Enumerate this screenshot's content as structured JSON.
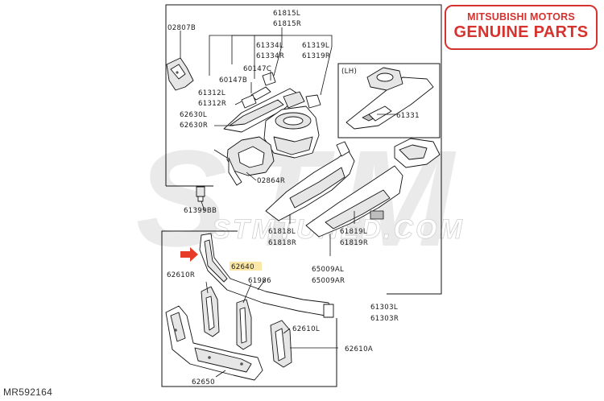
{
  "badge": {
    "brand": "MITSUBISHI MOTORS",
    "tagline": "GENUINE PARTS",
    "color": "#d6332f"
  },
  "diagram_id": "MR592164",
  "watermark": {
    "large_text": "STM",
    "small_text": "STMTUNED.COM",
    "color": "#d8d8d8"
  },
  "inset_label": "(LH)",
  "highlight": {
    "part": "62640",
    "fill": "#fbe7a6"
  },
  "arrow_color": "#e53b27",
  "labels": {
    "p02807b": "02807B",
    "p61815l": "61815L",
    "p61815r": "61815R",
    "p61334l": "61334L",
    "p61334r": "61334R",
    "p61319l": "61319L",
    "p61319r": "61319R",
    "p60147c": "60147C",
    "p60147b": "60147B",
    "p61312l": "61312L",
    "p61312r": "61312R",
    "p62630l": "62630L",
    "p62630r": "62630R",
    "p61331": "61331",
    "p02864r": "02864R",
    "p61399bb": "61399BB",
    "p61818l": "61818L",
    "p61818r": "61818R",
    "p61819l": "61819L",
    "p61819r": "61819R",
    "p65009al": "65009AL",
    "p65009ar": "65009AR",
    "p62640": "62640",
    "p62610r": "62610R",
    "p61986": "61986",
    "p62610l": "62610L",
    "p62610a": "62610A",
    "p61303l": "61303L",
    "p61303r": "61303R",
    "p62650": "62650"
  }
}
